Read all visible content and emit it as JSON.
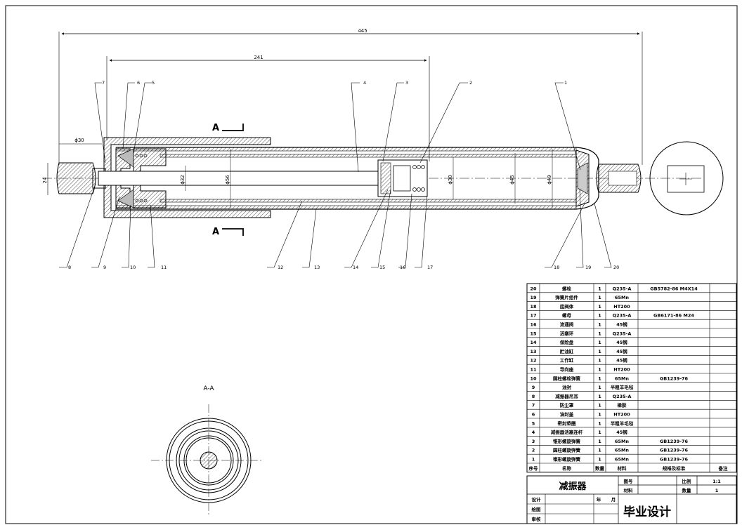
{
  "dimensions": {
    "overall": "445",
    "partial": "241",
    "d30_left": "ϕ30",
    "h24": "24",
    "d32": "ϕ32",
    "d56": "ϕ56",
    "d30_mid": "ϕ30",
    "d45": "ϕ45",
    "d49": "ϕ49"
  },
  "section_markers": {
    "top": "A",
    "bottom": "A"
  },
  "section_title": "A-A",
  "balloons": {
    "top": [
      "7",
      "6",
      "5",
      "4",
      "3",
      "2",
      "1"
    ],
    "bottom": [
      "8",
      "9",
      "10",
      "11",
      "12",
      "13",
      "14",
      "15",
      "16",
      "17",
      "18",
      "19",
      "20"
    ]
  },
  "parts": [
    {
      "no": "20",
      "name": "螺栓",
      "qty": "1",
      "material": "Q235-A",
      "standard": "GB5782-86 M4X14"
    },
    {
      "no": "19",
      "name": "弹簧片组件",
      "qty": "1",
      "material": "65Mn",
      "standard": ""
    },
    {
      "no": "18",
      "name": "底阀体",
      "qty": "1",
      "material": "HT200",
      "standard": ""
    },
    {
      "no": "17",
      "name": "螺母",
      "qty": "1",
      "material": "Q235-A",
      "standard": "GB6171-86 M24"
    },
    {
      "no": "16",
      "name": "流通阀",
      "qty": "1",
      "material": "45钢",
      "standard": ""
    },
    {
      "no": "15",
      "name": "活塞环",
      "qty": "1",
      "material": "Q235-A",
      "standard": ""
    },
    {
      "no": "14",
      "name": "保险盘",
      "qty": "1",
      "material": "45钢",
      "standard": ""
    },
    {
      "no": "13",
      "name": "贮油缸",
      "qty": "1",
      "material": "45钢",
      "standard": ""
    },
    {
      "no": "12",
      "name": "工作缸",
      "qty": "1",
      "material": "45钢",
      "standard": ""
    },
    {
      "no": "11",
      "name": "导向座",
      "qty": "1",
      "material": "HT200",
      "standard": ""
    },
    {
      "no": "10",
      "name": "圆柱螺栓弹簧",
      "qty": "1",
      "material": "65Mn",
      "standard": "GB1239-76"
    },
    {
      "no": "9",
      "name": "油封",
      "qty": "1",
      "material": "半粗羊毛毡",
      "standard": ""
    },
    {
      "no": "8",
      "name": "减振器吊耳",
      "qty": "1",
      "material": "Q235-A",
      "standard": ""
    },
    {
      "no": "7",
      "name": "防尘罩",
      "qty": "1",
      "material": "橡胶",
      "standard": ""
    },
    {
      "no": "6",
      "name": "油封盖",
      "qty": "1",
      "material": "HT200",
      "standard": ""
    },
    {
      "no": "5",
      "name": "密封垫圈",
      "qty": "1",
      "material": "半粗羊毛毡",
      "standard": ""
    },
    {
      "no": "4",
      "name": "减振器活塞连杆",
      "qty": "1",
      "material": "45钢",
      "standard": ""
    },
    {
      "no": "3",
      "name": "锥形螺旋弹簧",
      "qty": "1",
      "material": "65Mn",
      "standard": "GB1239-76"
    },
    {
      "no": "2",
      "name": "圆柱螺旋弹簧",
      "qty": "1",
      "material": "65Mn",
      "standard": "GB1239-76"
    },
    {
      "no": "1",
      "name": "锥形螺旋弹簧",
      "qty": "1",
      "material": "65Mn",
      "standard": "GB1239-76"
    }
  ],
  "table_header": {
    "no": "序号",
    "name": "名称",
    "qty": "数量",
    "material": "材料",
    "standard": "规格及标准",
    "note": "备注"
  },
  "title_block": {
    "product_name": "减振器",
    "drawing_no_label": "图号",
    "material_label": "材料",
    "scale_label": "比例",
    "scale_value": "1:1",
    "qty_label": "数量",
    "qty_value": "1",
    "designer_label": "设计",
    "drawer_label": "绘图",
    "checker_label": "审核",
    "year_label": "年",
    "month_label": "月",
    "project_title": "毕业设计"
  }
}
